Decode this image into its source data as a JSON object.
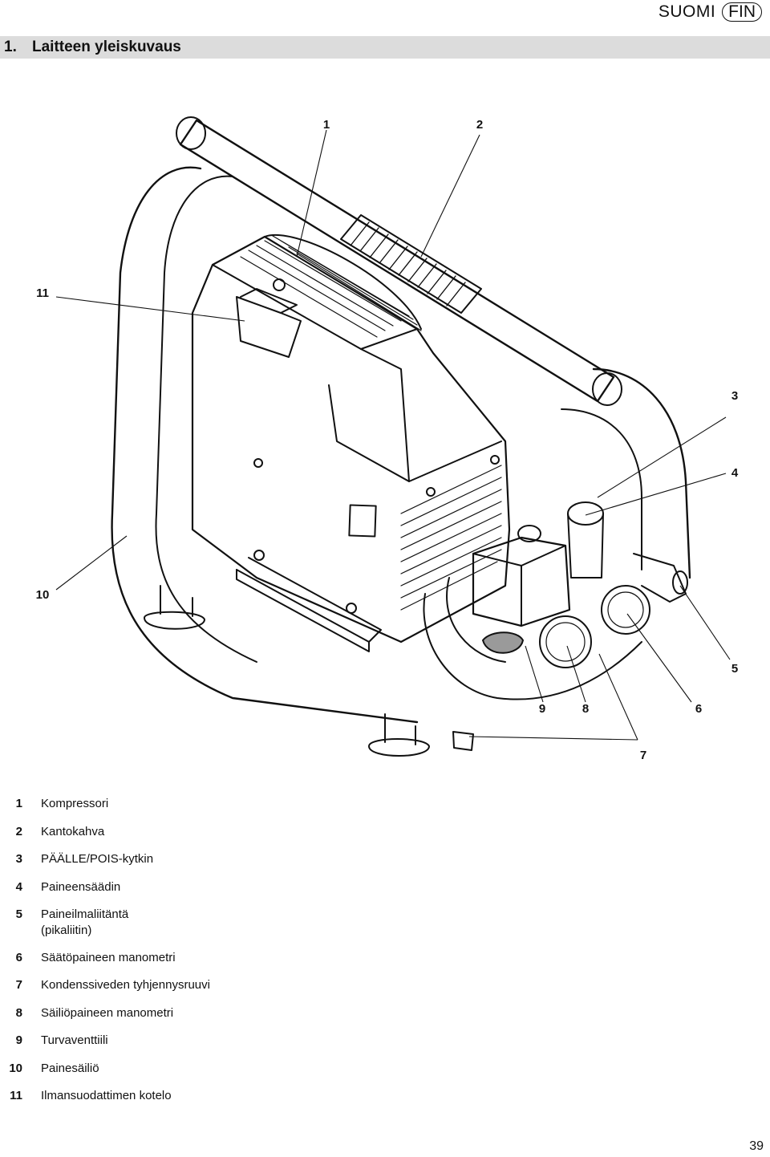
{
  "header": {
    "language": "SUOMI",
    "language_code": "FIN"
  },
  "section": {
    "number": "1.",
    "title": "Laitteen yleiskuvaus"
  },
  "callouts": [
    "1",
    "2",
    "3",
    "4",
    "5",
    "6",
    "7",
    "8",
    "9",
    "10",
    "11"
  ],
  "legend": [
    {
      "num": "1",
      "text": "Kompressori"
    },
    {
      "num": "2",
      "text": "Kantokahva"
    },
    {
      "num": "3",
      "text": "PÄÄLLE/POIS-kytkin"
    },
    {
      "num": "4",
      "text": "Paineensäädin"
    },
    {
      "num": "5",
      "text": "Paineilmaliitäntä",
      "text2": "(pikaliitin)"
    },
    {
      "num": "6",
      "text": "Säätöpaineen manometri"
    },
    {
      "num": "7",
      "text": "Kondenssiveden tyhjennysruuvi"
    },
    {
      "num": "8",
      "text": "Säiliöpaineen manometri"
    },
    {
      "num": "9",
      "text": "Turvaventtiili"
    },
    {
      "num": "10",
      "text": "Painesäiliö"
    },
    {
      "num": "11",
      "text": "Ilmansuodattimen kotelo"
    }
  ],
  "page_number": "39"
}
